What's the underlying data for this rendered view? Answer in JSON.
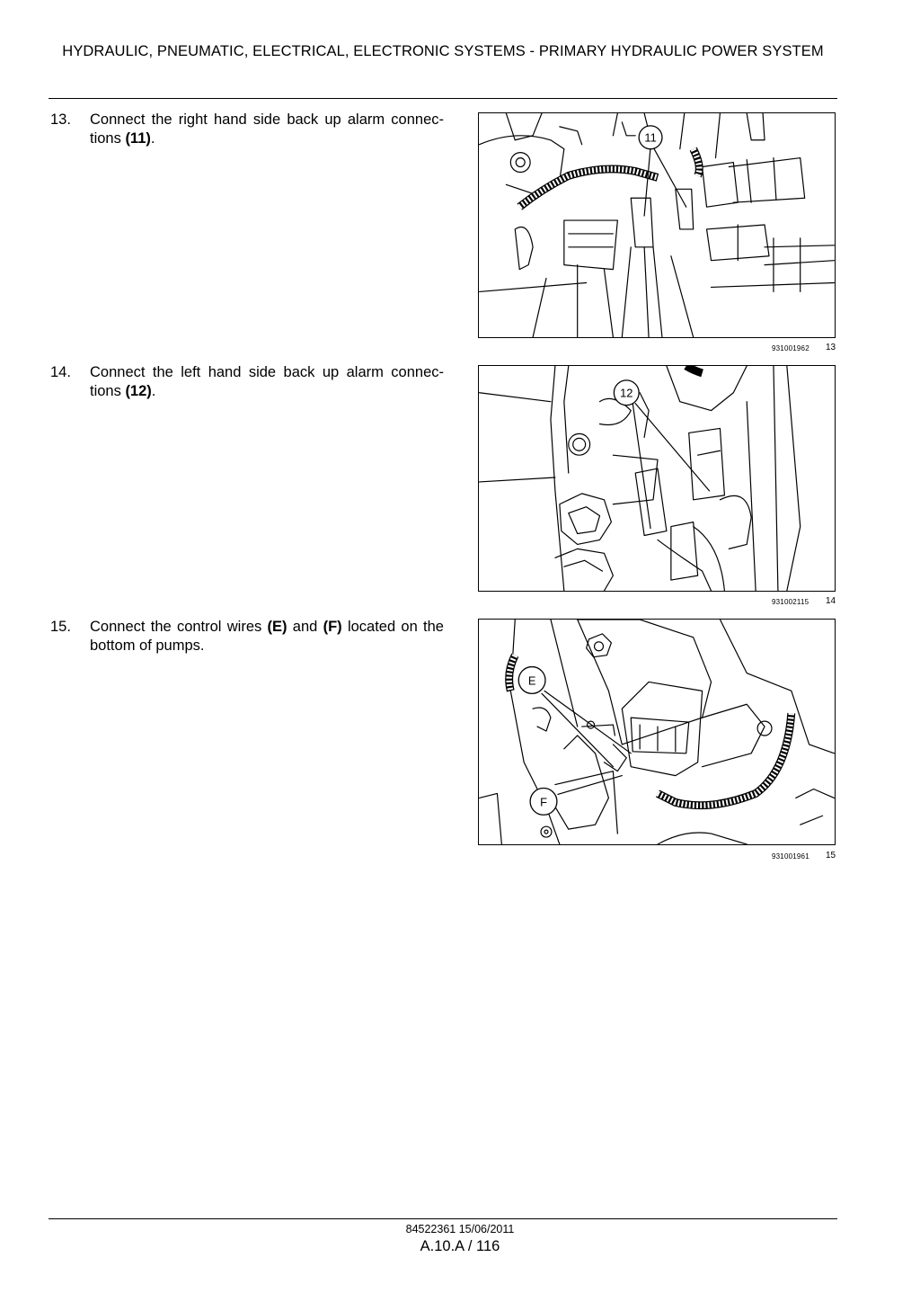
{
  "header": {
    "title": "HYDRAULIC, PNEUMATIC, ELECTRICAL, ELECTRONIC SYSTEMS - PRIMARY HYDRAULIC POWER SYSTEM"
  },
  "steps": [
    {
      "number": "13.",
      "text_before": "Connect the right hand side back up alarm connec-tions ",
      "ref": "(11)",
      "text_after": "."
    },
    {
      "number": "14.",
      "text_before": "Connect the left hand side back up alarm connec-tions ",
      "ref": "(12)",
      "text_after": "."
    },
    {
      "number": "15.",
      "text_before": "Connect the control wires ",
      "ref": "(E)",
      "text_mid": " and ",
      "ref2": "(F)",
      "text_after": " located on the bottom of pumps."
    }
  ],
  "figures": [
    {
      "id": "931001962",
      "number": "13",
      "callouts": [
        "11"
      ]
    },
    {
      "id": "931002115",
      "number": "14",
      "callouts": [
        "12"
      ]
    },
    {
      "id": "931001961",
      "number": "15",
      "callouts": [
        "E",
        "F"
      ]
    }
  ],
  "footer": {
    "code": "84522361 15/06/2011",
    "page": "A.10.A / 116"
  }
}
